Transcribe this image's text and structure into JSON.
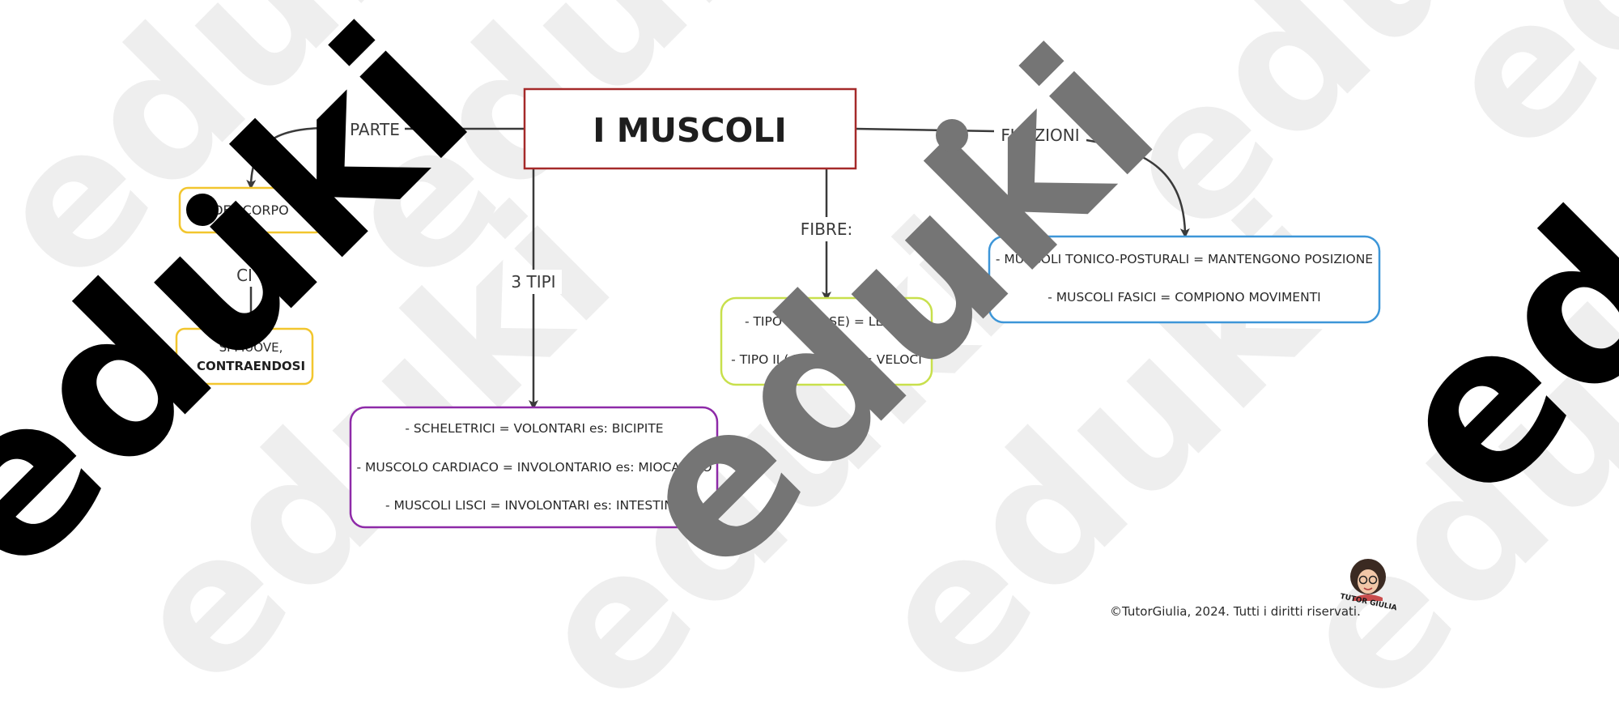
{
  "title": "I MUSCOLI",
  "edges": {
    "parte": "PARTE",
    "tre_tipi": "3 TIPI",
    "fibre": "FIBRE:",
    "funzioni": "FUNZIONI",
    "ci": "CI"
  },
  "boxes": {
    "del_corpo": "DEL CORPO",
    "contraendosi_line1": "SI MUOVE,",
    "contraendosi_line2": "CONTRAENDOSI",
    "tipi": [
      "- SCHELETRICI = VOLONTARI es: BICIPITE",
      "- MUSCOLO CARDIACO =  INVOLONTARIO es: MIOCARDIO",
      "- MUSCOLI LISCI = INVOLONTARI es: INTESTINO"
    ],
    "fibre": [
      "- TIPO I ( ROSSE) = LENTE",
      "- TIPO II ( BIANCHE ) = VELOCI"
    ],
    "funzioni": [
      "- MUSCOLI TONICO-POSTURALI = MANTENGONO POSIZIONE",
      "- MUSCOLI FASICI = COMPIONO MOVIMENTI"
    ]
  },
  "watermark": "eduki",
  "avatar_caption": "TUTOR GIULIA",
  "footer": "©TutorGiulia, 2024. Tutti i diritti riservati.",
  "colors": {
    "title_border": "#a52a2a",
    "corpo_border": "#f2c62e",
    "tipi_border": "#8e2aa8",
    "fibre_border": "#c8e04c",
    "funzioni_border": "#3d96d8",
    "arrow": "#3a3a3a",
    "text": "#2a2a2a",
    "watermark_light": "#ececec",
    "watermark_gray": "#757575",
    "watermark_black": "#000000"
  }
}
